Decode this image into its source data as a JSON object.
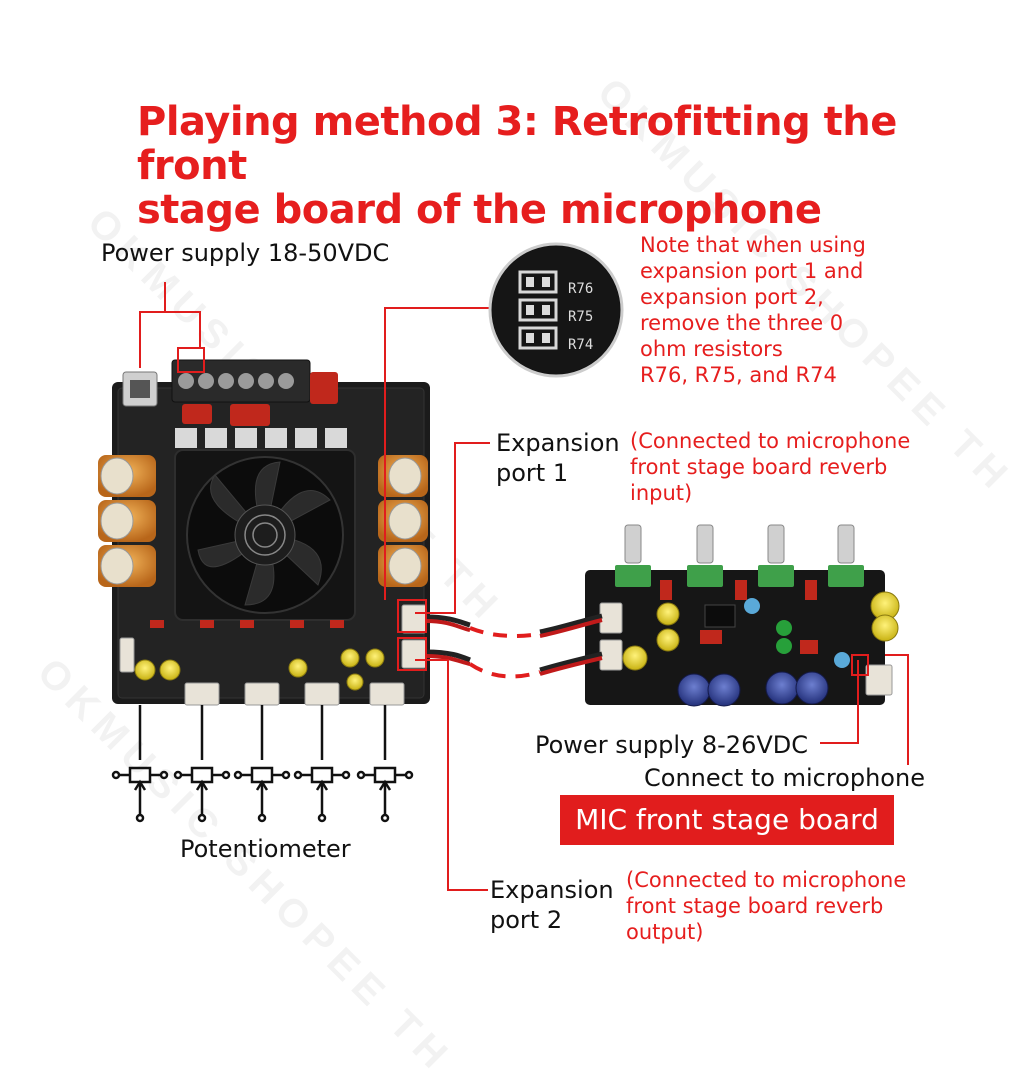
{
  "title": {
    "line1": "Playing method 3: Retrofitting the front",
    "line2": "stage board of the microphone"
  },
  "labels": {
    "power_main": "Power supply 18-50VDC",
    "note": [
      "Note that when using",
      "expansion port 1 and",
      "expansion port 2,",
      "remove the three 0",
      "ohm resistors",
      "R76, R75, and R74"
    ],
    "zoom_resistors": [
      "R76",
      "R75",
      "R74"
    ],
    "exp1": [
      "Expansion",
      "port 1"
    ],
    "exp1_note": [
      "(Connected to microphone",
      "front stage board reverb",
      "input)"
    ],
    "power_mic": "Power supply 8-26VDC",
    "connect_mic": "Connect to microphone",
    "mic_board": "MIC front stage board",
    "potentiometer": "Potentiometer",
    "exp2": [
      "Expansion",
      "port 2"
    ],
    "exp2_note": [
      "(Connected to microphone",
      "front stage board reverb",
      "output)"
    ]
  },
  "watermark": "OKMUSIC SHOPEE TH",
  "colors": {
    "accent": "#e61e1e",
    "board": "#1b1b1b",
    "capacitor": "#d98a2b"
  }
}
